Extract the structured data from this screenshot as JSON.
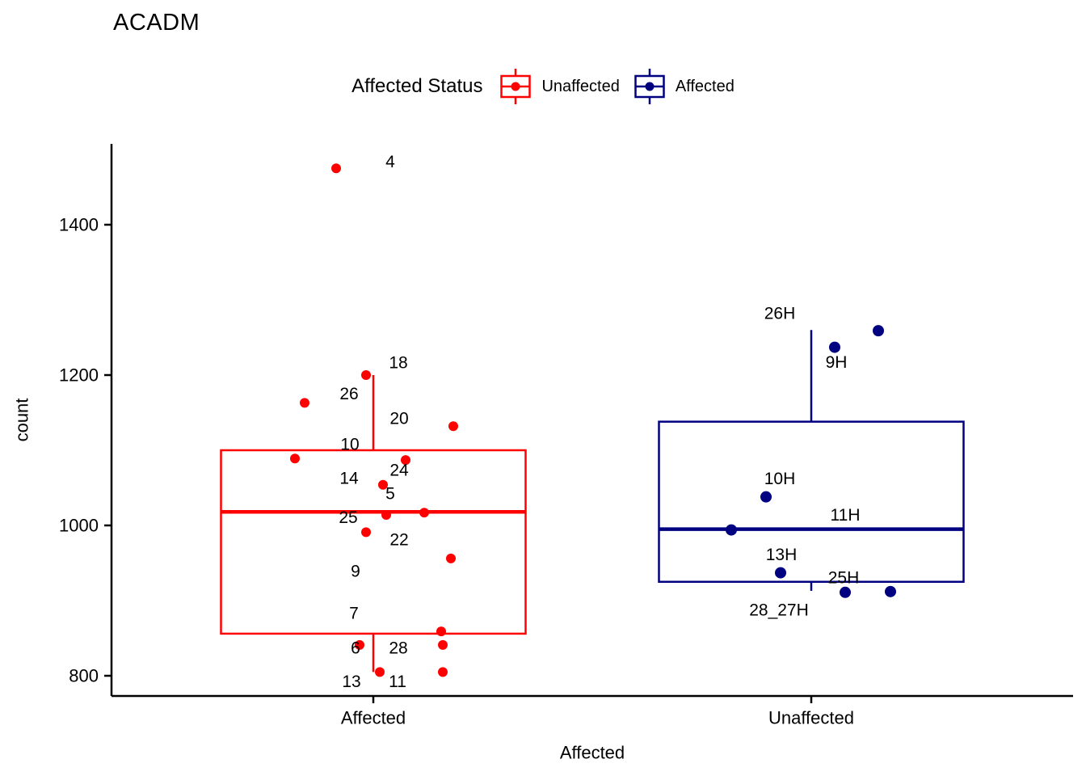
{
  "title": "ACADM",
  "legend": {
    "title": "Affected Status",
    "items": [
      {
        "label": "Unaffected",
        "color": "#FF0000"
      },
      {
        "label": "Affected",
        "color": "#000080"
      }
    ]
  },
  "chart_data": {
    "type": "boxplot",
    "subtype": "boxplot_with_jittered_labeled_points",
    "title": "ACADM",
    "xlabel": "Affected",
    "ylabel": "count",
    "x_categories": [
      "Affected",
      "Unaffected"
    ],
    "y_ticks": [
      800,
      1000,
      1200,
      1400
    ],
    "ylim": [
      773,
      1507
    ],
    "grid": "off",
    "legend_position": "top",
    "groups": [
      {
        "category": "Affected",
        "legend_label": "Unaffected",
        "color": "#FF0000",
        "box": {
          "q1": 856,
          "median": 1018,
          "q3": 1100,
          "whisker_low": 805,
          "whisker_high": 1200
        },
        "points": [
          {
            "label": "4",
            "value": 1475,
            "jitter": -46,
            "label_offset": [
              67,
              -8
            ]
          },
          {
            "label": "18",
            "value": 1200,
            "jitter": -9,
            "label_offset": [
              40,
              -15
            ]
          },
          {
            "label": "26",
            "value": 1163,
            "jitter": -85,
            "label_offset": [
              55,
              -11
            ]
          },
          {
            "label": "20",
            "value": 1132,
            "jitter": 99,
            "label_offset": [
              -67,
              -9
            ]
          },
          {
            "label": "10",
            "value": 1089,
            "jitter": -97,
            "label_offset": [
              68,
              -17
            ]
          },
          {
            "label": "24",
            "value": 1087,
            "jitter": 40,
            "label_offset": [
              -8,
              13
            ]
          },
          {
            "label": "14",
            "value": 1054,
            "jitter": 12,
            "label_offset": [
              -42,
              -8
            ]
          },
          {
            "label": "22",
            "value": 1017,
            "jitter": 63,
            "label_offset": [
              -31,
              34
            ]
          },
          {
            "label": "5",
            "value": 1014,
            "jitter": 16,
            "label_offset": [
              5,
              -26
            ]
          },
          {
            "label": "25",
            "value": 991,
            "jitter": -9,
            "label_offset": [
              -22,
              -18
            ]
          },
          {
            "label": "9",
            "value": 956,
            "jitter": 96,
            "label_offset": [
              -118,
              16
            ]
          },
          {
            "label": "7",
            "value": 859,
            "jitter": 84,
            "label_offset": [
              -108,
              -22
            ]
          },
          {
            "label": "6",
            "value": 841,
            "jitter": -17,
            "label_offset": [
              -5,
              4
            ]
          },
          {
            "label": "28",
            "value": 841,
            "jitter": 86,
            "label_offset": [
              -55,
              4
            ]
          },
          {
            "label": "13",
            "value": 805,
            "jitter": 8,
            "label_offset": [
              -35,
              12
            ]
          },
          {
            "label": "11",
            "value": 805,
            "jitter": 86,
            "label_offset": [
              -56,
              12
            ]
          }
        ]
      },
      {
        "category": "Unaffected",
        "legend_label": "Affected",
        "color": "#000080",
        "box": {
          "q1": 925,
          "median": 995,
          "q3": 1138,
          "whisker_low": 913,
          "whisker_high": 1260
        },
        "points": [
          {
            "label": "26H",
            "value": 1259,
            "jitter": 83,
            "label_offset": [
              -122,
              -21
            ]
          },
          {
            "label": "9H",
            "value": 1237,
            "jitter": 29,
            "label_offset": [
              2,
              19
            ]
          },
          {
            "label": "10H",
            "value": 1038,
            "jitter": -56,
            "label_offset": [
              17,
              -22
            ]
          },
          {
            "label": "11H",
            "value": 994,
            "jitter": -99,
            "label_offset": [
              141,
              -18
            ]
          },
          {
            "label": "13H",
            "value": 937,
            "jitter": -38,
            "label_offset": [
              1,
              -22
            ]
          },
          {
            "label": "25H",
            "value": 911,
            "jitter": 42,
            "label_offset": [
              -2,
              -18
            ]
          },
          {
            "label": "28_27H",
            "value": 912,
            "jitter": 98,
            "label_offset": [
              -138,
              23
            ]
          }
        ]
      }
    ]
  }
}
